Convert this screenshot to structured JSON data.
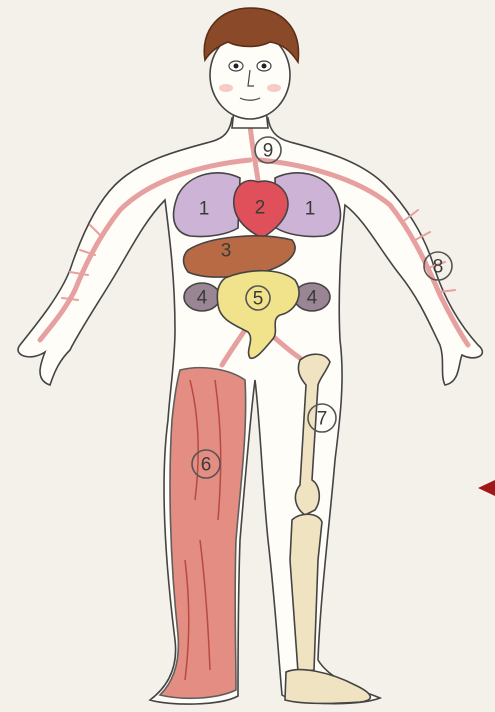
{
  "diagram": {
    "labels": {
      "lungs": "1",
      "heart": "2",
      "liver": "3",
      "kidneys": "4",
      "intestines": "5",
      "muscles": "6",
      "skeleton": "7",
      "arm_vessels": "8",
      "neck_vessel": "9"
    },
    "colors": {
      "skin": "#fffdf8",
      "outline": "#444444",
      "hair": "#8a4a2a",
      "lungs": "#cdb3d6",
      "heart": "#e0505a",
      "liver": "#b86a45",
      "kidneys": "#9a8595",
      "intestines": "#f1e38c",
      "muscle": "#e07a6e",
      "bone": "#efe3c2",
      "vessel": "#e6a0a0",
      "arrow": "#a01818"
    },
    "icons": [
      "arrow-left-icon"
    ]
  }
}
